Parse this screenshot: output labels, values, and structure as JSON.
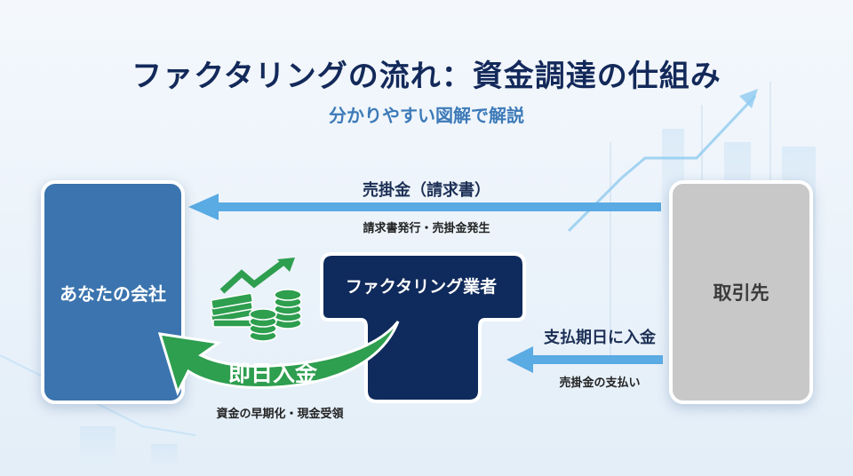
{
  "header": {
    "title": "ファクタリングの流れ：資金調達の仕組み",
    "subtitle": "分かりやすい図解で解説"
  },
  "nodes": {
    "company": {
      "label": "あなたの会社",
      "color": "#3b74ae"
    },
    "factor": {
      "label": "ファクタリング業者",
      "color": "#0f2a5c"
    },
    "client": {
      "label": "取引先",
      "color": "#c8c8c8"
    }
  },
  "flows": {
    "receivable": {
      "from": "取引先",
      "to": "あなたの会社",
      "label": "売掛金（請求書）",
      "sublabel": "請求書発行・売掛金発生",
      "color": "#5aaae3"
    },
    "same_day": {
      "from": "ファクタリング業者",
      "to": "あなたの会社",
      "label": "即日入金",
      "sublabel": "資金の早期化・現金受領",
      "icon": "money-growth-icon",
      "color": "#2e9e4f"
    },
    "payment": {
      "from": "取引先",
      "to": "ファクタリング業者",
      "label": "支払期日に入金",
      "sublabel": "売掛金の支払い",
      "color": "#5aaae3"
    }
  }
}
